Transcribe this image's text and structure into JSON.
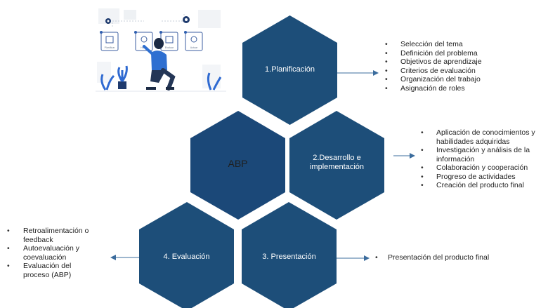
{
  "illustration": {
    "tiles": [
      "Planificar",
      "Hacer",
      "Evaluar",
      "Actuar"
    ]
  },
  "hexagons": {
    "center": "ABP",
    "planificacion": "1.Planificación",
    "desarrollo_line1": "2.Desarrollo e",
    "desarrollo_line2": "implementación",
    "presentacion": "3. Presentación",
    "evaluacion": "4. Evaluación"
  },
  "colors": {
    "hexagon": "#1d4e79",
    "center_hexagon": "#1b4878",
    "arrow": "#3b6c9d"
  },
  "lists": {
    "planificacion": [
      "Selección del tema",
      "Definición del problema",
      "Objetivos de aprendizaje",
      "Criterios de evaluación",
      "Organización del trabajo",
      "Asignación de roles"
    ],
    "desarrollo": [
      {
        "line1": "Aplicación de conocimientos y",
        "line2": "habilidades adquiridas"
      },
      {
        "line1": "Investigación y análisis de la",
        "line2": "información"
      },
      {
        "line1": "Colaboración y cooperación",
        "line2": ""
      },
      {
        "line1": "Progreso de actividades",
        "line2": ""
      },
      {
        "line1": "Creación del producto final",
        "line2": ""
      }
    ],
    "presentacion": [
      "Presentación del producto final"
    ],
    "evaluacion": [
      {
        "line1": "Retroalimentación o",
        "line2": "feedback"
      },
      {
        "line1": "Autoevaluación y",
        "line2": "coevaluación"
      },
      {
        "line1": "Evaluación del",
        "line2": "proceso (ABP)"
      }
    ]
  }
}
